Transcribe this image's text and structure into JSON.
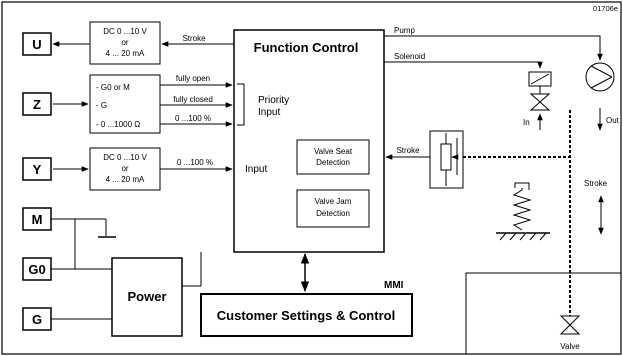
{
  "figure_id": "01706e",
  "terminals": {
    "u": "U",
    "z": "Z",
    "y": "Y",
    "m": "M",
    "g0": "G0",
    "g": "G"
  },
  "u_box": {
    "line1": "DC 0 ...10 V",
    "line2": "or",
    "line3": "4 ... 20 mA"
  },
  "u_signal": "Stroke",
  "z_box": {
    "opt1": "- G0 or M",
    "opt2": "- G",
    "opt3": "- 0 ...1000 Ω"
  },
  "z_signals": {
    "s1": "fully open",
    "s2": "fully closed",
    "s3": "0 ...100 %"
  },
  "priority_input": {
    "line1": "Priority",
    "line2": "Input"
  },
  "y_box": {
    "line1": "DC 0 ...10 V",
    "line2": "or",
    "line3": "4 ... 20 mA"
  },
  "y_signal": "0 ...100 %",
  "input_label": "Input",
  "function_control": "Function Control",
  "valve_seat": {
    "line1": "Valve Seat",
    "line2": "Detection"
  },
  "valve_jam": {
    "line1": "Valve Jam",
    "line2": "Detection"
  },
  "power": "Power",
  "mmi": "MMI",
  "customer_settings": "Customer Settings & Control",
  "pump_label": "Pump",
  "solenoid_label": "Solenoid",
  "in_label": "In",
  "out_label": "Out",
  "stroke_signal": "Stroke",
  "stroke_label": "Stroke",
  "valve_label": "Valve"
}
